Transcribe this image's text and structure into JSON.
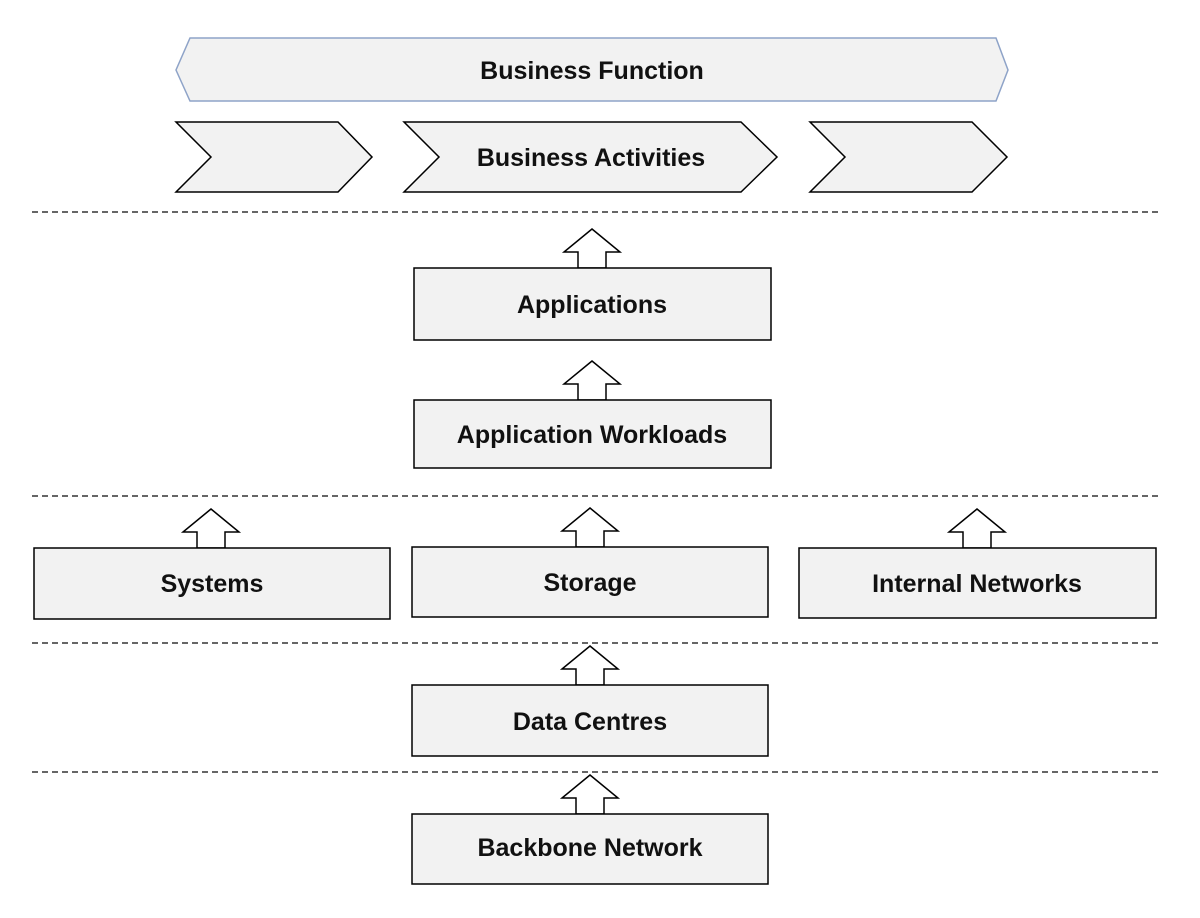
{
  "business_function": {
    "label": "Business Function"
  },
  "business_activities": {
    "label": "Business Activities"
  },
  "applications": {
    "label": "Applications"
  },
  "application_workloads": {
    "label": "Application Workloads"
  },
  "systems": {
    "label": "Systems"
  },
  "storage": {
    "label": "Storage"
  },
  "internal_networks": {
    "label": "Internal Networks"
  },
  "data_centres": {
    "label": "Data Centres"
  },
  "backbone_network": {
    "label": "Backbone Network"
  },
  "colors": {
    "box_fill": "#f2f2f2",
    "stroke": "#000000",
    "banner_stroke": "#8ea3c8",
    "text": "#111111"
  }
}
